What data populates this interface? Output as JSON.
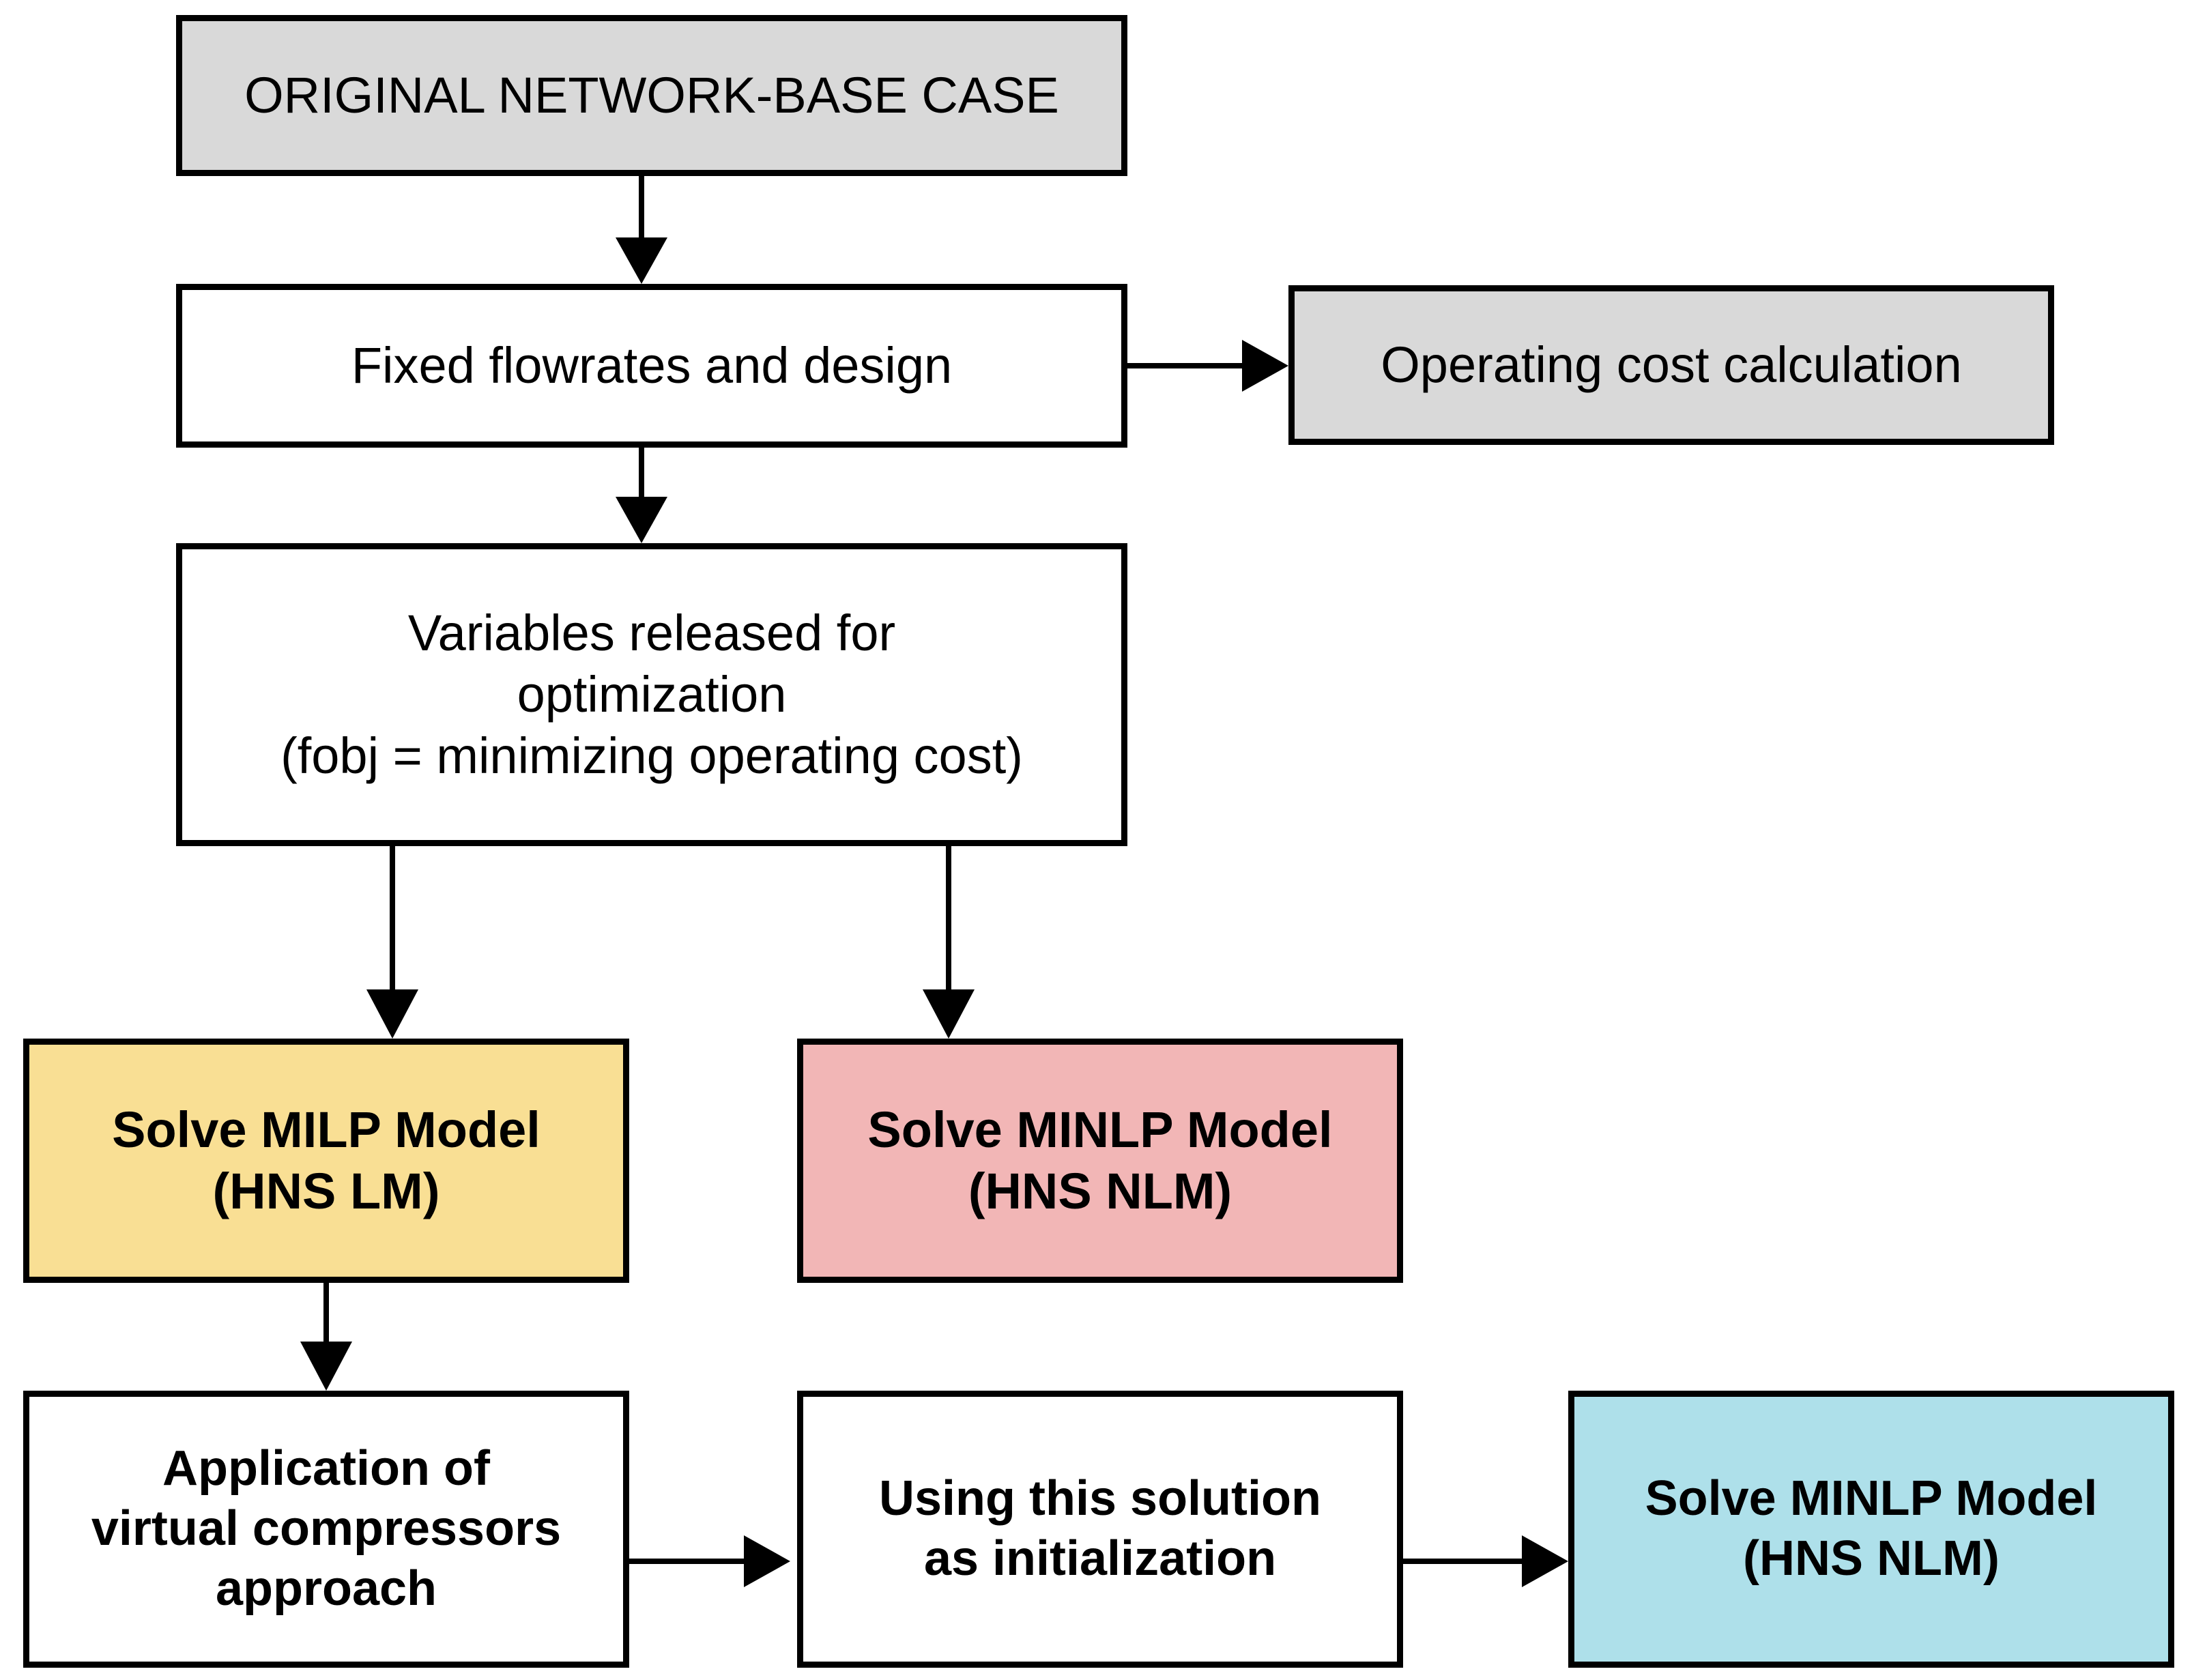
{
  "diagram": {
    "title": "Optimization workflow flowchart",
    "palette": {
      "gray": "#d9d9d9",
      "white": "#ffffff",
      "yellow": "#f9df94",
      "pink": "#f2b6b6",
      "cyan": "#aee0ea",
      "border": "#000000",
      "text": "#000000"
    },
    "nodes": {
      "original_network": "ORIGINAL NETWORK-BASE CASE",
      "fixed_flowrates": "Fixed flowrates and design",
      "operating_cost": "Operating cost calculation",
      "variables_released": "Variables released for\noptimization\n(fobj = minimizing operating cost)",
      "solve_milp": "Solve MILP Model\n(HNS LM)",
      "solve_minlp_pink": "Solve MINLP Model\n(HNS NLM)",
      "virtual_compressors": "Application of\nvirtual compressors\napproach",
      "initialization": "Using this solution\nas initialization",
      "solve_minlp_cyan": "Solve MINLP Model\n(HNS NLM)"
    },
    "edges": [
      {
        "from": "original_network",
        "to": "fixed_flowrates",
        "direction": "down"
      },
      {
        "from": "fixed_flowrates",
        "to": "operating_cost",
        "direction": "right"
      },
      {
        "from": "fixed_flowrates",
        "to": "variables_released",
        "direction": "down"
      },
      {
        "from": "variables_released",
        "to": "solve_milp",
        "direction": "down"
      },
      {
        "from": "variables_released",
        "to": "solve_minlp_pink",
        "direction": "down"
      },
      {
        "from": "solve_milp",
        "to": "virtual_compressors",
        "direction": "down"
      },
      {
        "from": "virtual_compressors",
        "to": "initialization",
        "direction": "right"
      },
      {
        "from": "initialization",
        "to": "solve_minlp_cyan",
        "direction": "right"
      }
    ]
  }
}
